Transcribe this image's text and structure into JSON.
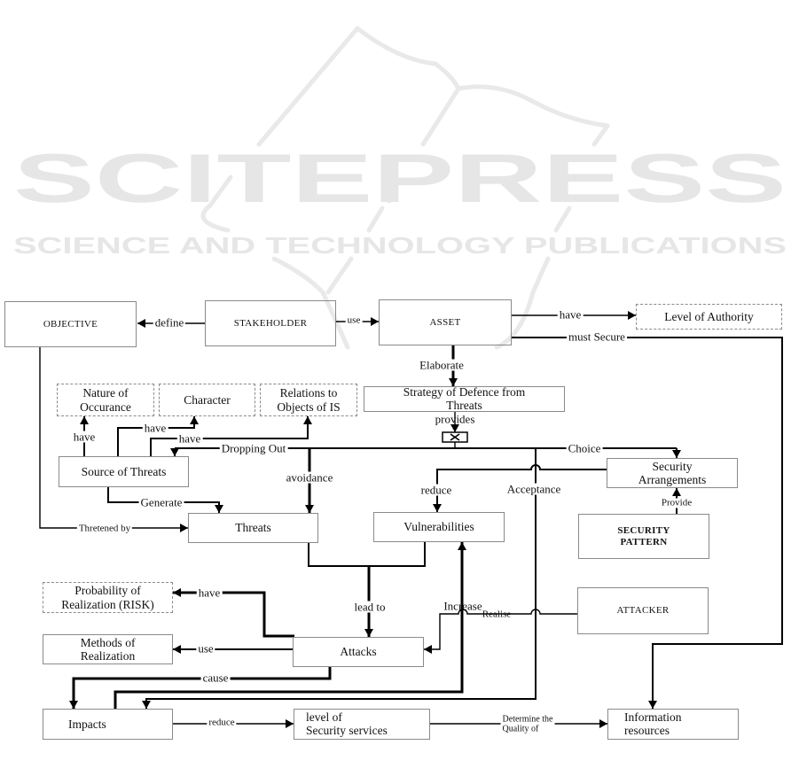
{
  "watermark": {
    "brand": "SCITEPRESS",
    "tagline": "SCIENCE AND TECHNOLOGY PUBLICATIONS"
  },
  "colors": {
    "background": "#ffffff",
    "line": "#000000",
    "box_border": "#8a8a8a",
    "watermark": "#e6e6e6"
  },
  "icons": {
    "exclusive_choice": "x-mark"
  },
  "nodes": {
    "objective": {
      "line1": "OBJECTIVE"
    },
    "stakeholder": {
      "line1": "STAKEHOLDER"
    },
    "asset": {
      "line1": "ASSET"
    },
    "level_of_authority": {
      "line1": "Level of Authority"
    },
    "strategy": {
      "line1": "Strategy of Defence from",
      "line2": "Threats"
    },
    "nature_of_occurance": {
      "line1": "Nature of",
      "line2": "Occurance"
    },
    "character": {
      "line1": "Character"
    },
    "relations": {
      "line1": "Relations to",
      "line2": "Objects of IS"
    },
    "source_of_threats": {
      "line1": "Source of Threats"
    },
    "security_arrangements": {
      "line1": "Security",
      "line2": "Arrangements"
    },
    "threats": {
      "line1": "Threats"
    },
    "vulnerabilities": {
      "line1": "Vulnerabilities"
    },
    "security_pattern": {
      "line1": "SECURITY",
      "line2": "PATTERN"
    },
    "probability": {
      "line1": "Probability of",
      "line2": "Realization (RISK)"
    },
    "attacker": {
      "line1": "ATTACKER"
    },
    "methods": {
      "line1": "Methods of",
      "line2": "Realization"
    },
    "attacks": {
      "line1": "Attacks"
    },
    "impacts": {
      "line1": "Impacts"
    },
    "level_security": {
      "line1": "level of",
      "line2": "Security services"
    },
    "information_resources": {
      "line1": "Information",
      "line2": "resources"
    }
  },
  "edges": {
    "define": "define",
    "use": "use",
    "have_authority": "have",
    "must_secure": "must Secure",
    "elaborate": "Elaborate",
    "provides": "provides",
    "dropping_out": "Dropping Out",
    "choice": "Choice",
    "avoidance": "avoidance",
    "acceptance": "Acceptance",
    "reduce_vulnerabilities": "reduce",
    "provide": "Provide",
    "have_nature": "have",
    "have_character": "have",
    "have_relations": "have",
    "generate": "Generate",
    "threatened_by": "Thretened by",
    "lead_to": "lead to",
    "increase": "Increase",
    "realise": "Realise",
    "have_probability": "have",
    "use_methods": "use",
    "cause": "cause",
    "reduce_level": "reduce",
    "determine_quality": {
      "line1": "Determine the",
      "line2": "Quality of"
    }
  }
}
